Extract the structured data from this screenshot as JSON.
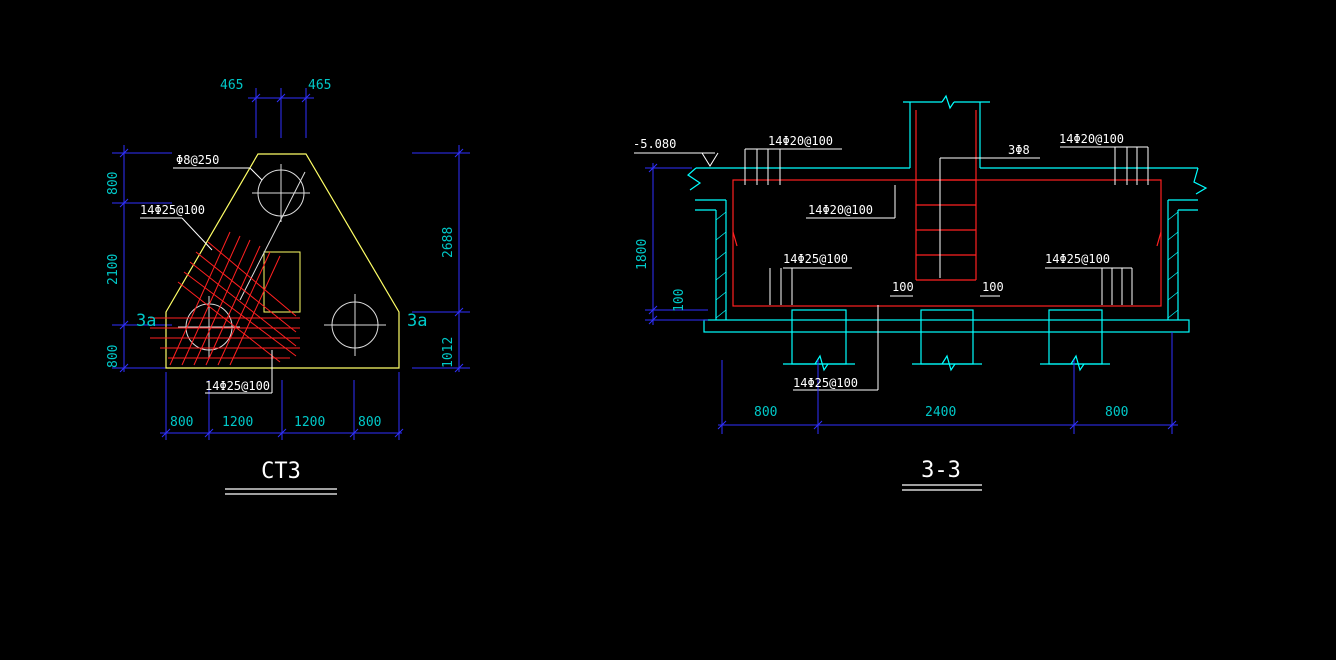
{
  "colors": {
    "background": "#000000",
    "dimension": "#3030ff",
    "dimension_text": "#00c8c8",
    "outline": "#ffff66",
    "rebar": "#ff2020",
    "structure": "#00ffff",
    "label": "#ffffff"
  },
  "plan_ct3": {
    "title": "CT3",
    "top_dims": [
      "465",
      "465"
    ],
    "left_dims": [
      "800",
      "2100",
      "800"
    ],
    "right_dims": [
      "2688",
      "1012"
    ],
    "bottom_dims": [
      "800",
      "1200",
      "1200",
      "800"
    ],
    "section_mark_left": "3a",
    "section_mark_right": "3a",
    "labels": {
      "stirrup": "Φ8@250",
      "rebar_top": "14Φ25@100",
      "rebar_bottom": "14Φ25@100"
    }
  },
  "section_33": {
    "title": "3-3",
    "elevation": "-5.080",
    "left_dims": [
      "1800",
      "100"
    ],
    "bottom_dims": [
      "800",
      "2400",
      "800"
    ],
    "labels": {
      "top_left": "14Φ20@100",
      "top_right": "14Φ20@100",
      "column": "3Φ8",
      "mid_top": "14Φ20@100",
      "bottom_left": "14Φ25@100",
      "bottom_right": "14Φ25@100",
      "bottom_center": "14Φ25@100",
      "dim_left_100": "100",
      "dim_right_100": "100"
    }
  }
}
